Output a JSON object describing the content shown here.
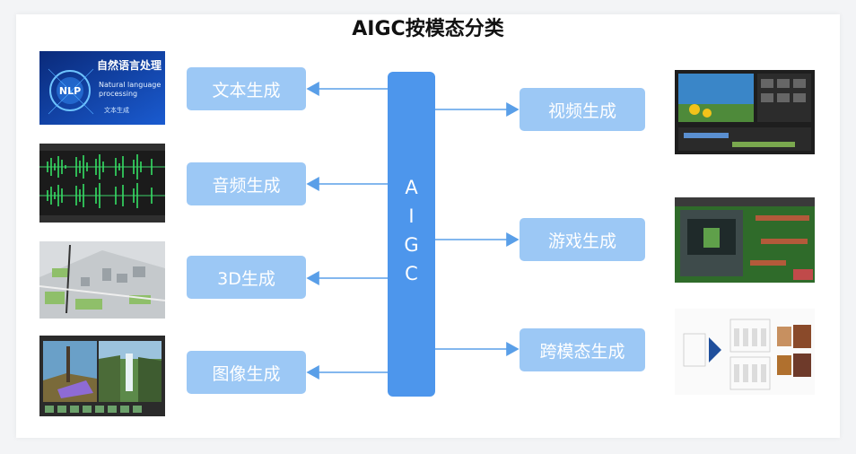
{
  "title": "AIGC按模态分类",
  "center": "AIGC",
  "left_boxes": [
    "文本生成",
    "音频生成",
    "3D生成",
    "图像生成"
  ],
  "right_boxes": [
    "视频生成",
    "游戏生成",
    "跨模态生成"
  ],
  "thumb_text": {
    "nlp_title": "自然语言处理",
    "nlp_badge": "NLP",
    "nlp_sub1": "Natural language",
    "nlp_sub2": "processing",
    "nlp_caption": "文本生成"
  }
}
